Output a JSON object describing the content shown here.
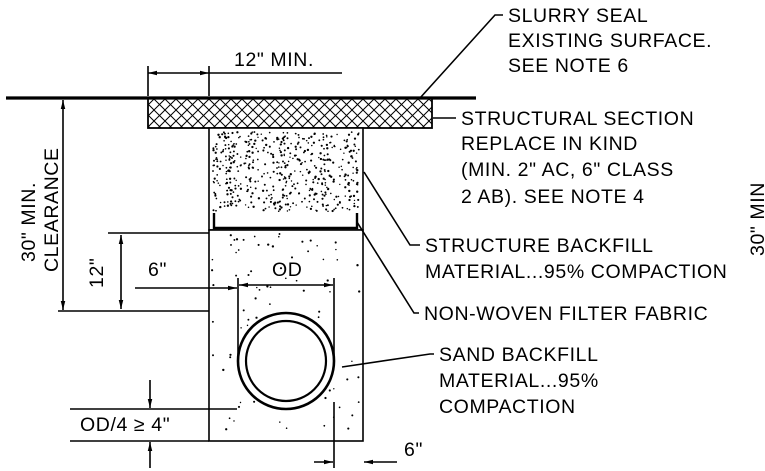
{
  "notes": {
    "slurry": [
      "SLURRY SEAL",
      "EXISTING SURFACE.",
      "SEE NOTE 6"
    ],
    "structural": [
      "STRUCTURAL SECTION",
      "REPLACE IN KIND",
      "(MIN. 2\" AC, 6\" CLASS",
      "2 AB). SEE NOTE 4"
    ],
    "backfill": [
      "STRUCTURE BACKFILL",
      "MATERIAL...95% COMPACTION"
    ],
    "fabric": [
      "NON-WOVEN FILTER FABRIC"
    ],
    "sand": [
      "SAND BACKFILL",
      "MATERIAL...95%",
      "COMPACTION"
    ]
  },
  "dims": {
    "twelve_min": "12\" MIN.",
    "six_left": "6\"",
    "od": "OD",
    "twelve_vert": "12\"",
    "clearance": [
      "30\" MIN.",
      "CLEARANCE"
    ],
    "od4": "OD/4 ≥ 4\"",
    "six_bottom": "6\""
  }
}
